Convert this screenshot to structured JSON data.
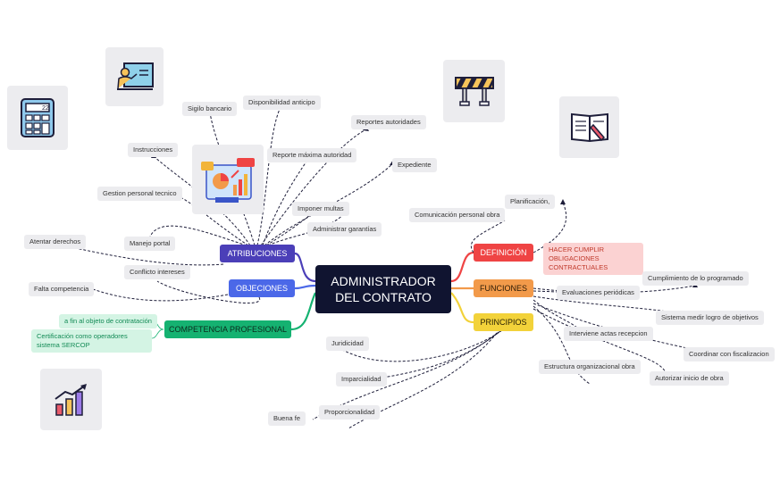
{
  "center": {
    "line1": "ADMINISTRADOR",
    "line2": "DEL CONTRATO"
  },
  "branches": {
    "atribuciones": {
      "label": "ATRIBUCIONES",
      "color": "#4b3fb8"
    },
    "objeciones": {
      "label": "OBJECIONES",
      "color": "#4b68e8"
    },
    "competencia": {
      "label": "COMPETENCIA PROFESIONAL",
      "color": "#15b271"
    },
    "definicion": {
      "label": "DEFINICIÓN",
      "color": "#ef4444"
    },
    "funciones": {
      "label": "FUNCIONES",
      "color": "#f29a4a"
    },
    "principios": {
      "label": "PRINCIPIOS",
      "color": "#f2d23a"
    }
  },
  "atribuciones_items": [
    "Sigilo bancario",
    "Disponibilidad anticipo",
    "Reportes autoridades",
    "Instrucciones",
    "Reporte máxima autoridad",
    "Expediente",
    "Gestion personal tecnico",
    "Imponer multas",
    "Administrar garantías",
    "Manejo portal"
  ],
  "objeciones_items": [
    "Atentar derechos",
    "Conflicto intereses",
    "Falta competencia"
  ],
  "competencia_items": [
    "a fin al objeto de contratación",
    "Certificación como operadores sistema SERCOP"
  ],
  "definicion_items": [
    "HACER CUMPLIR OBLIGACIONES CONTRACTUALES",
    "Comunicación personal obra",
    "Planificación,"
  ],
  "funciones_items": [
    "Cumplimiento de lo programado",
    "Evaluaciones periódicas",
    "Sistema medir logro de objetivos",
    "Interviene actas recepcion",
    "Coordinar con fiscalizacion",
    "Estructura organizacional obra",
    "Autorizar inicio de obra"
  ],
  "principios_items": [
    "Juridicidad",
    "Imparcialidad",
    "Proporcionalidad",
    "Buena fe"
  ],
  "icons": [
    "calculator-icon",
    "teacher-icon",
    "roadblock-icon",
    "book-pen-icon",
    "growth-chart-icon",
    "analytics-dashboard-icon"
  ]
}
